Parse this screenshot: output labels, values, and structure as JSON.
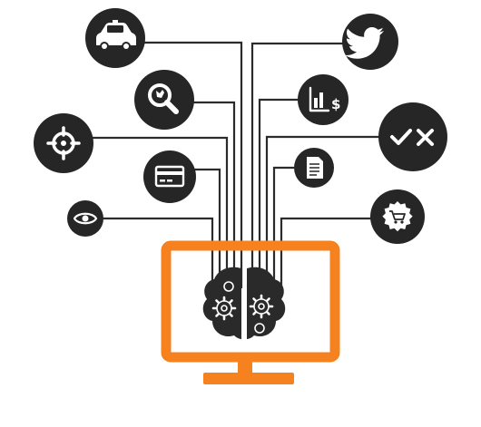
{
  "diagram": {
    "nodes": [
      {
        "id": "car",
        "icon": "car-icon",
        "side": "left"
      },
      {
        "id": "search-analytics",
        "icon": "magnifier-chart-icon",
        "side": "left"
      },
      {
        "id": "target",
        "icon": "crosshair-icon",
        "side": "left"
      },
      {
        "id": "card",
        "icon": "credit-card-icon",
        "side": "left"
      },
      {
        "id": "vision",
        "icon": "eye-icon",
        "side": "left"
      },
      {
        "id": "social",
        "icon": "twitter-bird-icon",
        "side": "right"
      },
      {
        "id": "finance",
        "icon": "bar-chart-dollar-icon",
        "side": "right"
      },
      {
        "id": "decision",
        "icon": "check-cross-icon",
        "side": "right"
      },
      {
        "id": "document",
        "icon": "document-icon",
        "side": "right"
      },
      {
        "id": "ecommerce",
        "icon": "shopping-cart-badge-icon",
        "side": "right"
      }
    ],
    "center": {
      "icon": "brain-gears-icon",
      "frame": "monitor-icon"
    },
    "colors": {
      "node_fill": "#262626",
      "wire": "#2b2b2b",
      "monitor": "#F5821F",
      "brain": "#2a2a2a",
      "icon": "#ffffff"
    }
  }
}
